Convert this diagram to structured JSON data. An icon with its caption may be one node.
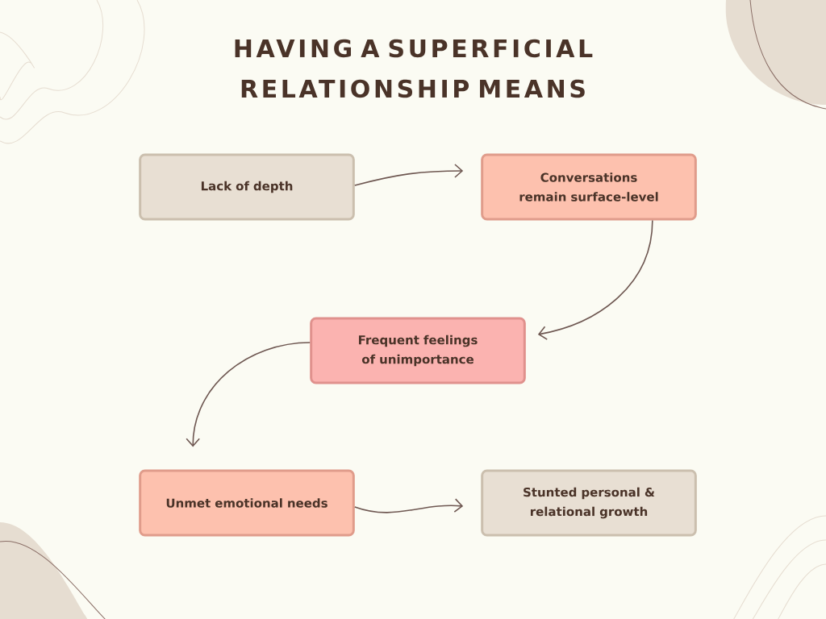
{
  "diagram": {
    "title": "HAVING A SUPERFICIAL RELATIONSHIP MEANS",
    "nodes": [
      {
        "text": [
          "Lack of depth"
        ]
      },
      {
        "text": [
          "Conversations remain surface-level"
        ]
      },
      {
        "text": [
          "Frequent feelings of unimportance"
        ]
      },
      {
        "text": [
          "Unmet emotional needs"
        ]
      },
      {
        "text": [
          "Stunted personal & relational growth"
        ]
      }
    ],
    "edges": [
      {
        "from": 0,
        "to": 1,
        "arrow": "to"
      },
      {
        "from": 1,
        "to": 2,
        "arrow": "to"
      },
      {
        "from": 2,
        "to": 3,
        "arrow": "to"
      },
      {
        "from": 3,
        "to": 4,
        "arrow": "to"
      }
    ]
  }
}
